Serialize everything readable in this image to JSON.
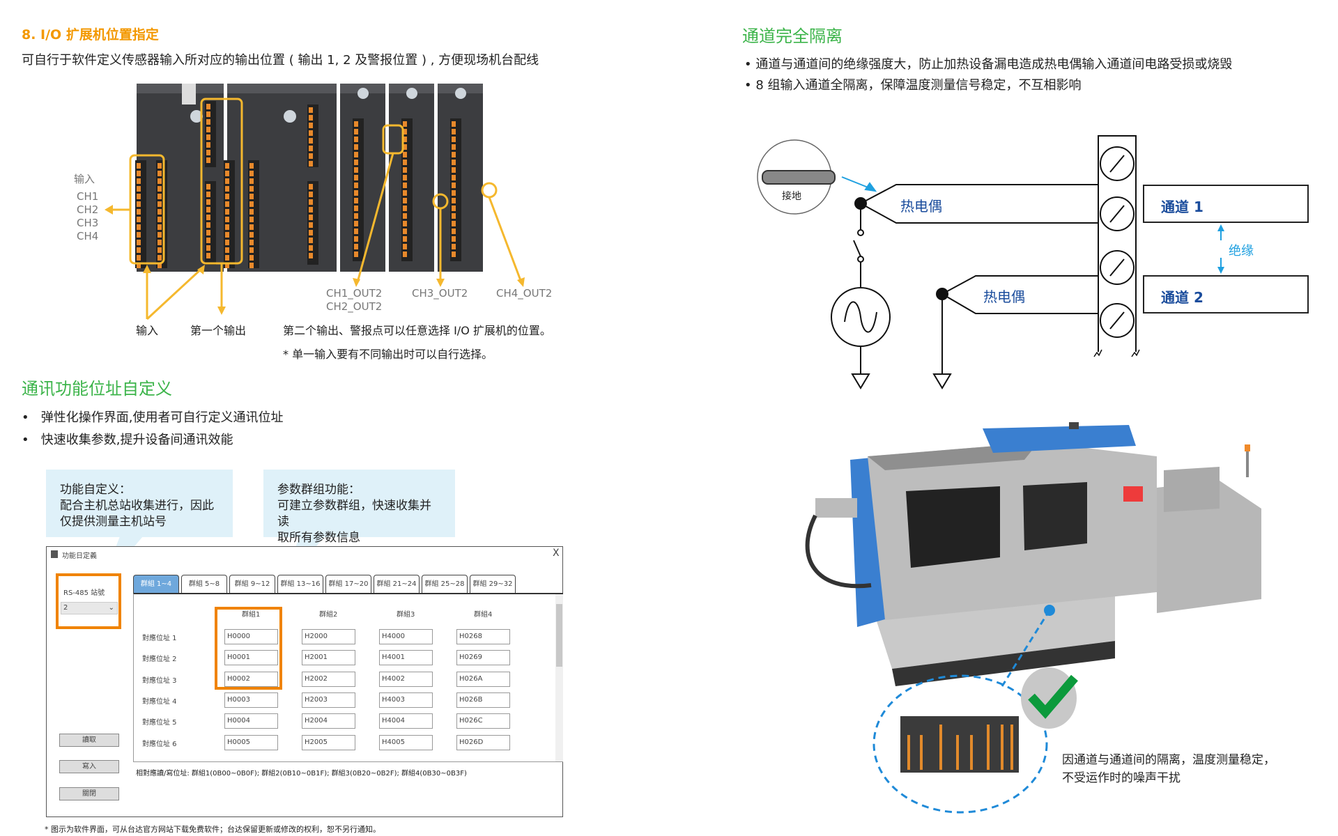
{
  "left": {
    "section1": {
      "title": "8. I/O 扩展机位置指定",
      "subtitle": "可自行于软件定义传感器输入所对应的输出位置 ( 输出 1, 2 及警报位置 ) , 方便现场机台配线",
      "input_label": "输入",
      "channels": [
        "CH1",
        "CH2",
        "CH3",
        "CH4"
      ],
      "out2_labels": [
        "CH1_OUT2",
        "CH2_OUT2",
        "CH3_OUT2",
        "CH4_OUT2"
      ],
      "bottom_input": "输入",
      "bottom_first_output": "第一个输出",
      "bottom_second_output": "第二个输出、警报点可以任意选择 I/O 扩展机的位置。",
      "footnote": "* 单一输入要有不同输出时可以自行选择。",
      "highlight_color": "#f5b82e"
    },
    "section2": {
      "title": "通讯功能位址自定义",
      "bullets": [
        "弹性化操作界面,使用者可自行定义通讯位址",
        "快速收集参数,提升设备间通讯效能"
      ],
      "callout1": {
        "title": "功能自定义：",
        "lines": [
          "配合主机总站收集进行，因此",
          "仅提供测量主机站号"
        ]
      },
      "callout2": {
        "title": "参数群组功能：",
        "lines": [
          "可建立参数群组，快速收集并读",
          "取所有参数信息"
        ]
      },
      "dialog": {
        "title": "功能日定義",
        "close": "X",
        "station_label": "RS-485 站號",
        "station_value": "2",
        "buttons": [
          "讀取",
          "寫入",
          "關閉"
        ],
        "tabs": [
          "群組 1~4",
          "群組 5~8",
          "群組 9~12",
          "群組 13~16",
          "群組 17~20",
          "群組 21~24",
          "群組 25~28",
          "群組 29~32"
        ],
        "active_tab": 0,
        "columns": [
          "群組1",
          "群組2",
          "群組3",
          "群組4"
        ],
        "rows": [
          {
            "label": "對應位址 1",
            "values": [
              "H0000",
              "H2000",
              "H4000",
              "H0268"
            ]
          },
          {
            "label": "對應位址 2",
            "values": [
              "H0001",
              "H2001",
              "H4001",
              "H0269"
            ]
          },
          {
            "label": "對應位址 3",
            "values": [
              "H0002",
              "H2002",
              "H4002",
              "H026A"
            ]
          },
          {
            "label": "對應位址 4",
            "values": [
              "H0003",
              "H2003",
              "H4003",
              "H026B"
            ]
          },
          {
            "label": "對應位址 5",
            "values": [
              "H0004",
              "H2004",
              "H4004",
              "H026C"
            ]
          },
          {
            "label": "對應位址 6",
            "values": [
              "H0005",
              "H2005",
              "H4005",
              "H026D"
            ]
          }
        ],
        "footer": "相對應讀/寫位址: 群組1(0B00~0B0F); 群組2(0B10~0B1F); 群組3(0B20~0B2F); 群組4(0B30~0B3F)"
      },
      "footnote": "* 图示为软件界面，可从台达官方网站下载免费软件；台达保留更新或修改的权利，恕不另行通知。"
    }
  },
  "right": {
    "title": "通道完全隔离",
    "bullets": [
      "• 通道与通道间的绝缘强度大，防止加热设备漏电造成热电偶输入通道间电路受损或烧毁",
      "• 8 组输入通道全隔离，保障温度测量信号稳定，不互相影响"
    ],
    "diagram": {
      "ground": "接地",
      "thermocouple1": "热电偶",
      "thermocouple2": "热电偶",
      "channel1": "通道 1",
      "channel2": "通道 2",
      "insulation": "绝缘"
    },
    "caption": [
      "因通道与通道间的隔离，温度测量稳定，",
      "不受运作时的噪声干扰"
    ],
    "colors": {
      "accent_green": "#3cb44a",
      "check_green": "#0c9a3c",
      "blue": "#1a4c9c",
      "light_blue": "#1fa0e0"
    }
  }
}
